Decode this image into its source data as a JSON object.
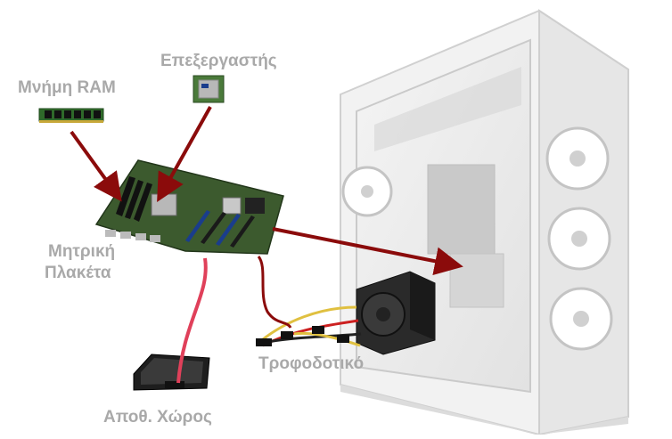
{
  "labels": {
    "ram": "Μνήμη RAM",
    "cpu": "Επεξεργαστής",
    "motherboard_line1": "Μητρική",
    "motherboard_line2": "Πλακέτα",
    "psu": "Τροφοδοτικό",
    "storage": "Αποθ. Χώρος"
  },
  "colors": {
    "arrow": "#8b0b0b",
    "sata_cable": "#e0405a",
    "label_text": "#a9a9a9",
    "pcb": "#3c5a2e",
    "case_frame": "#eeeeee",
    "psu_body": "#2a2a2a"
  },
  "icons": {
    "ram": "ram-module-icon",
    "cpu": "cpu-chip-icon",
    "motherboard": "motherboard-icon",
    "psu": "power-supply-icon",
    "storage": "ssd-drive-icon",
    "case": "pc-case-icon"
  }
}
